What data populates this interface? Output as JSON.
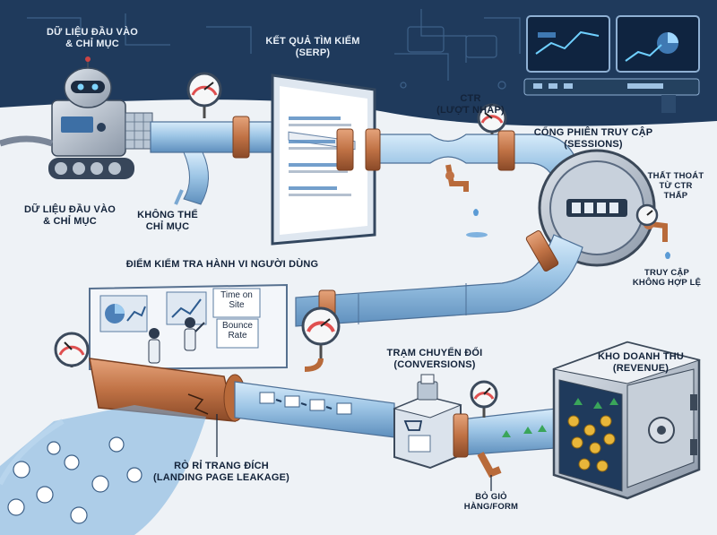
{
  "labels": {
    "input_top": "DỮ LIỆU ĐẦU VÀO\n& CHỈ MỤC",
    "input_bottom": "DỮ LIỆU ĐẦU VÀO\n& CHỈ MỤC",
    "not_indexed": "KHÔNG THỂ\nCHỈ MỤC",
    "serp": "KẾT QUẢ TÌM KIẾM\n(SERP)",
    "ctr": "CTR\n(LƯỢT NHẤP)",
    "sessions": "CỔNG PHIÊN TRUY CẬP\n(SESSIONS)",
    "low_ctr": "THẤT THOÁT\nTỪ CTR\nTHẤP",
    "invalid_visits": "TRUY CẬP\nKHÔNG HỢP LỆ",
    "behavior": "ĐIỂM KIỂM TRA HÀNH VI NGƯỜI DÙNG",
    "time_on_site": "Time on\nSite",
    "bounce_rate": "Bounce\nRate",
    "conversions": "TRẠM CHUYỂN ĐỔI\n(CONVERSIONS)",
    "revenue": "KHO DOANH THU\n(REVENUE)",
    "leakage": "RÒ RỈ TRANG ĐÍCH\n(LANDING PAGE LEAKAGE)",
    "cart_abandon": "BỎ GIỎ\nHÀNG/FORM"
  },
  "colors": {
    "navy": "#1d3557",
    "pipe_blue": "#a9cbe8",
    "pipe_copper": "#c97b4f",
    "water": "#6fa8d8"
  }
}
